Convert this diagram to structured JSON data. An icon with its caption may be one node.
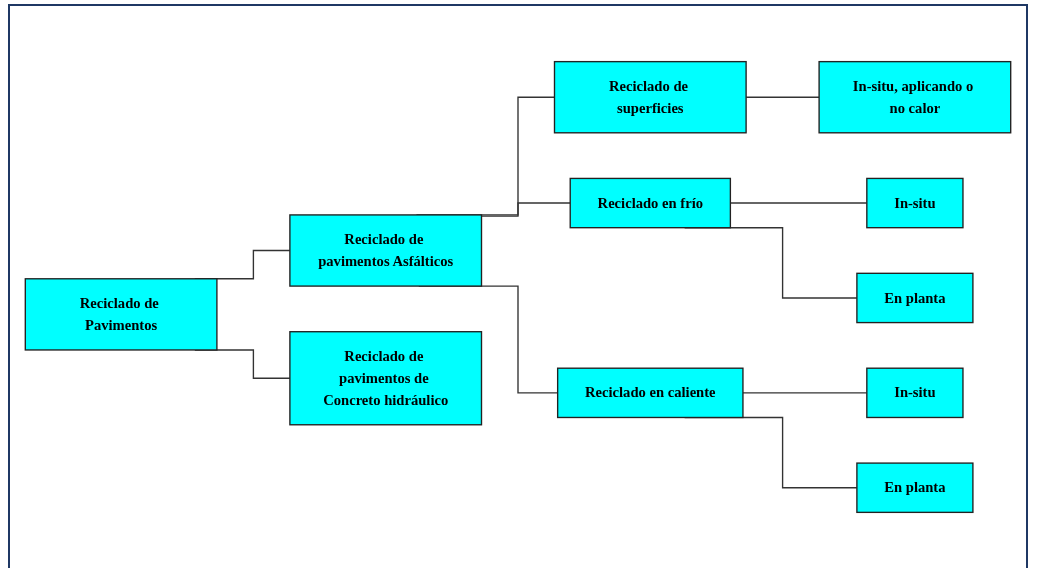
{
  "diagram": {
    "nodes": [
      {
        "text": [
          "Reciclado de Pavimentos"
        ]
      },
      {
        "text": [
          "Reciclado de pavimentos Asfálticos"
        ]
      },
      {
        "text": [
          "Reciclado de pavimentos de Concreto hidráulico"
        ]
      },
      {
        "text": [
          "Reciclado de superficies"
        ]
      },
      {
        "text": [
          "Reciclado en frío"
        ]
      },
      {
        "text": [
          "Reciclado en caliente"
        ]
      },
      {
        "text": [
          "In-situ, aplicando o no calor"
        ]
      },
      {
        "text": [
          "In-situ"
        ]
      },
      {
        "text": [
          "En planta"
        ]
      },
      {
        "text": [
          "In-situ"
        ]
      },
      {
        "text": [
          "En planta"
        ]
      }
    ],
    "edges": [
      {
        "from": 0,
        "to": 1,
        "arrow": "none"
      },
      {
        "from": 0,
        "to": 2,
        "arrow": "none"
      },
      {
        "from": 1,
        "to": 3,
        "arrow": "none"
      },
      {
        "from": 1,
        "to": 4,
        "arrow": "none"
      },
      {
        "from": 1,
        "to": 5,
        "arrow": "none"
      },
      {
        "from": 3,
        "to": 6,
        "arrow": "none"
      },
      {
        "from": 4,
        "to": 7,
        "arrow": "none"
      },
      {
        "from": 4,
        "to": 8,
        "arrow": "none"
      },
      {
        "from": 5,
        "to": 9,
        "arrow": "none"
      },
      {
        "from": 5,
        "to": 10,
        "arrow": "none"
      }
    ]
  }
}
